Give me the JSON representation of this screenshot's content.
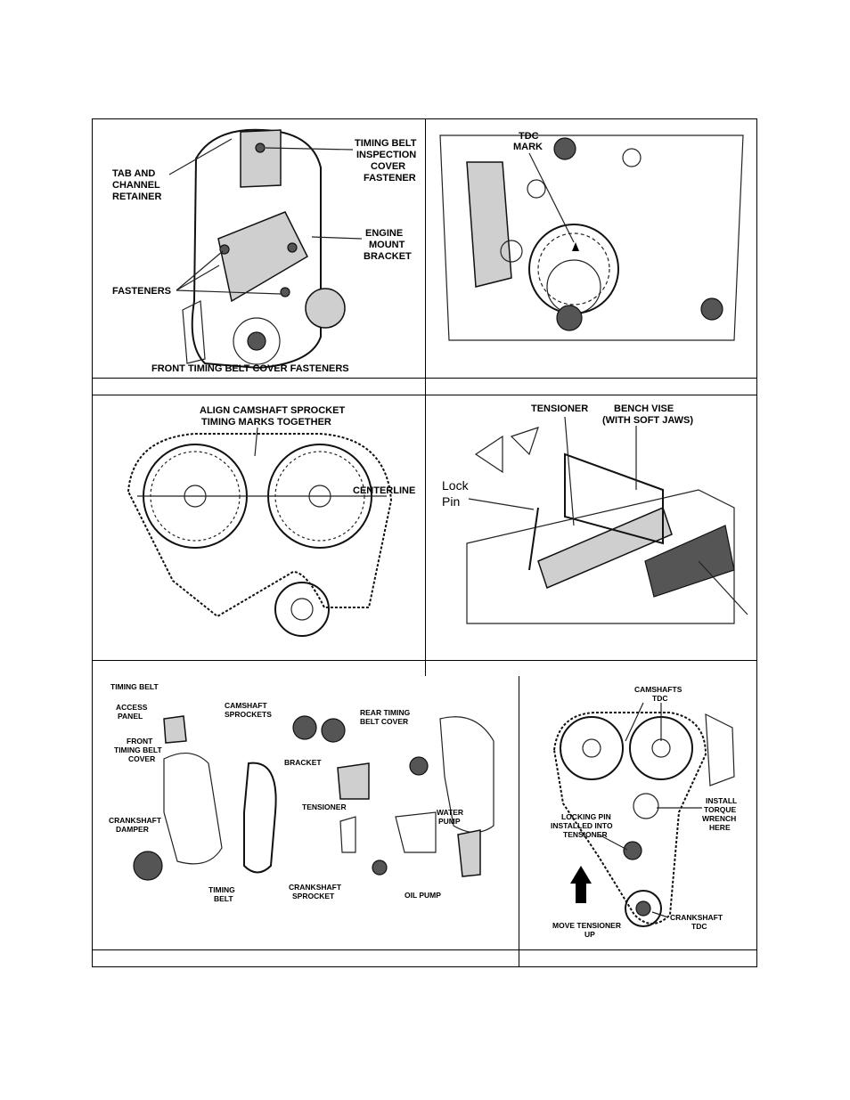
{
  "figure1": {
    "tab_and_channel_retainer": [
      "TAB AND",
      "CHANNEL",
      "RETAINER"
    ],
    "timing_belt_inspection_cover_fastener": [
      "TIMING BELT",
      "INSPECTION",
      "COVER",
      "FASTENER"
    ],
    "engine_mount_bracket": [
      "ENGINE",
      "MOUNT",
      "BRACKET"
    ],
    "fasteners": "FASTENERS",
    "front_timing_belt_cover_fasteners": "FRONT TIMING BELT COVER FASTENERS"
  },
  "figure2": {
    "tdc_mark": [
      "TDC",
      "MARK"
    ]
  },
  "figure3": {
    "align_camshaft_sprocket": [
      "ALIGN CAMSHAFT SPROCKET",
      "TIMING MARKS TOGETHER"
    ],
    "centerline": "CENTERLINE"
  },
  "figure4": {
    "tensioner": "TENSIONER",
    "bench_vise": [
      "BENCH VISE",
      "(WITH SOFT JAWS)"
    ],
    "lock_pin": [
      "Lock",
      "Pin"
    ]
  },
  "figure5": {
    "timing_belt": "TIMING BELT",
    "access_panel": [
      "ACCESS",
      "PANEL"
    ],
    "front_timing_belt_cover": [
      "FRONT",
      "TIMING BELT",
      "COVER"
    ],
    "camshaft_sprockets": [
      "CAMSHAFT",
      "SPROCKETS"
    ],
    "rear_timing_belt_cover": [
      "REAR TIMING",
      "BELT COVER"
    ],
    "bracket": "BRACKET",
    "tensioner": "TENSIONER",
    "crankshaft_damper": [
      "CRANKSHAFT",
      "DAMPER"
    ],
    "water_pump": [
      "WATER",
      "PUMP"
    ],
    "timing_belt_part": [
      "TIMING",
      "BELT"
    ],
    "crankshaft_sprocket": [
      "CRANKSHAFT",
      "SPROCKET"
    ],
    "oil_pump": "OIL PUMP"
  },
  "figure6": {
    "camshafts_tdc": [
      "CAMSHAFTS",
      "TDC"
    ],
    "install_torque_wrench": [
      "INSTALL",
      "TORQUE",
      "WRENCH",
      "HERE"
    ],
    "locking_pin": [
      "LOCKING PIN",
      "INSTALLED INTO",
      "TENSIONER"
    ],
    "crankshaft_tdc": [
      "CRANKSHAFT",
      "TDC"
    ],
    "move_tensioner_up": [
      "MOVE TENSIONER",
      "UP"
    ]
  }
}
